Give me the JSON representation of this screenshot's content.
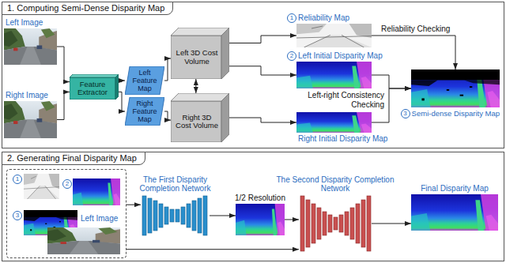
{
  "diagram": {
    "nodes": [
      {
        "text": [
          "1. Computing Semi-Dense Disparity Map"
        ]
      },
      {
        "text": [
          "Left Image"
        ],
        "in": 0
      },
      {
        "text": [
          "Right Image"
        ],
        "in": 0
      },
      {
        "text": [
          "Feature Extractor"
        ],
        "in": 0
      },
      {
        "text": [
          "Left Feature Map"
        ],
        "in": 0
      },
      {
        "text": [
          "Right Feature Map"
        ],
        "in": 0
      },
      {
        "text": [
          "Left 3D Cost Volume"
        ],
        "in": 0
      },
      {
        "text": [
          "Right 3D Cost Volume"
        ],
        "in": 0
      },
      {
        "text": [
          "Reliability Map"
        ],
        "in": 0
      },
      {
        "text": [
          "Left Initial Disparity Map"
        ],
        "in": 0
      },
      {
        "text": [
          "Right Initial Disparity Map"
        ],
        "in": 0
      },
      {
        "text": [
          "Semi-dense Disparity Map"
        ],
        "in": 0
      },
      {
        "text": [
          "2. Generating Final Disparity Map"
        ]
      },
      {
        "text": [
          "Left Image"
        ],
        "in": 12
      },
      {
        "text": [
          "The First Disparity Completion Network"
        ],
        "in": 12
      },
      {
        "text": [
          "1/2 Resolution"
        ],
        "in": 12
      },
      {
        "text": [
          "The Second Disparity Completion Network"
        ],
        "in": 12
      },
      {
        "text": [
          "Final Disparity Map"
        ],
        "in": 12
      }
    ],
    "edges": [
      {
        "from": 1,
        "to": 3,
        "arrow": "to"
      },
      {
        "from": 2,
        "to": 3,
        "arrow": "to"
      },
      {
        "from": 3,
        "to": 4,
        "arrow": "to"
      },
      {
        "from": 3,
        "to": 5,
        "arrow": "to"
      },
      {
        "from": 4,
        "to": 6,
        "arrow": "to"
      },
      {
        "from": 5,
        "to": 7,
        "arrow": "to"
      },
      {
        "from": 6,
        "to": 7,
        "arrow": "both"
      },
      {
        "from": 6,
        "to": 8,
        "arrow": "to"
      },
      {
        "from": 6,
        "to": 9,
        "arrow": "to"
      },
      {
        "from": 7,
        "to": 10,
        "arrow": "to"
      },
      {
        "from": 8,
        "to": 11,
        "label": "Reliability Checking",
        "arrow": "to"
      },
      {
        "from": 9,
        "to": 11,
        "label": "Left-right Consistency Checking",
        "arrow": "to"
      },
      {
        "from": 10,
        "to": 11,
        "arrow": "to"
      },
      {
        "from": 13,
        "to": 14,
        "arrow": "to"
      },
      {
        "from": 14,
        "to": 15,
        "arrow": "to"
      },
      {
        "from": 15,
        "to": 16,
        "arrow": "to"
      },
      {
        "from": 13,
        "to": 16,
        "arrow": "to"
      },
      {
        "from": 16,
        "to": 17,
        "arrow": "to"
      }
    ],
    "labels": [
      "1",
      "2",
      "3",
      "1",
      "2",
      "3"
    ]
  }
}
